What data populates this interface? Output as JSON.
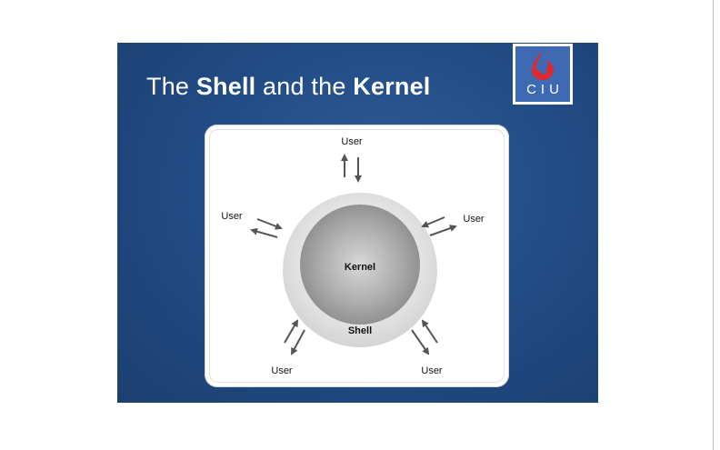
{
  "slide": {
    "title_prefix": "The ",
    "title_shell": "Shell",
    "title_middle": " and the ",
    "title_kernel": "Kernel",
    "logo_text": "CIU"
  },
  "diagram": {
    "kernel_label": "Kernel",
    "shell_label": "Shell",
    "user_top": "User",
    "user_left": "User",
    "user_right": "User",
    "user_bottom_left": "User",
    "user_bottom_right": "User"
  },
  "colors": {
    "slide_background": "#234d86",
    "logo_background": "#3d6ab3",
    "logo_mark": "#e0282e",
    "arrow": "#555555"
  }
}
